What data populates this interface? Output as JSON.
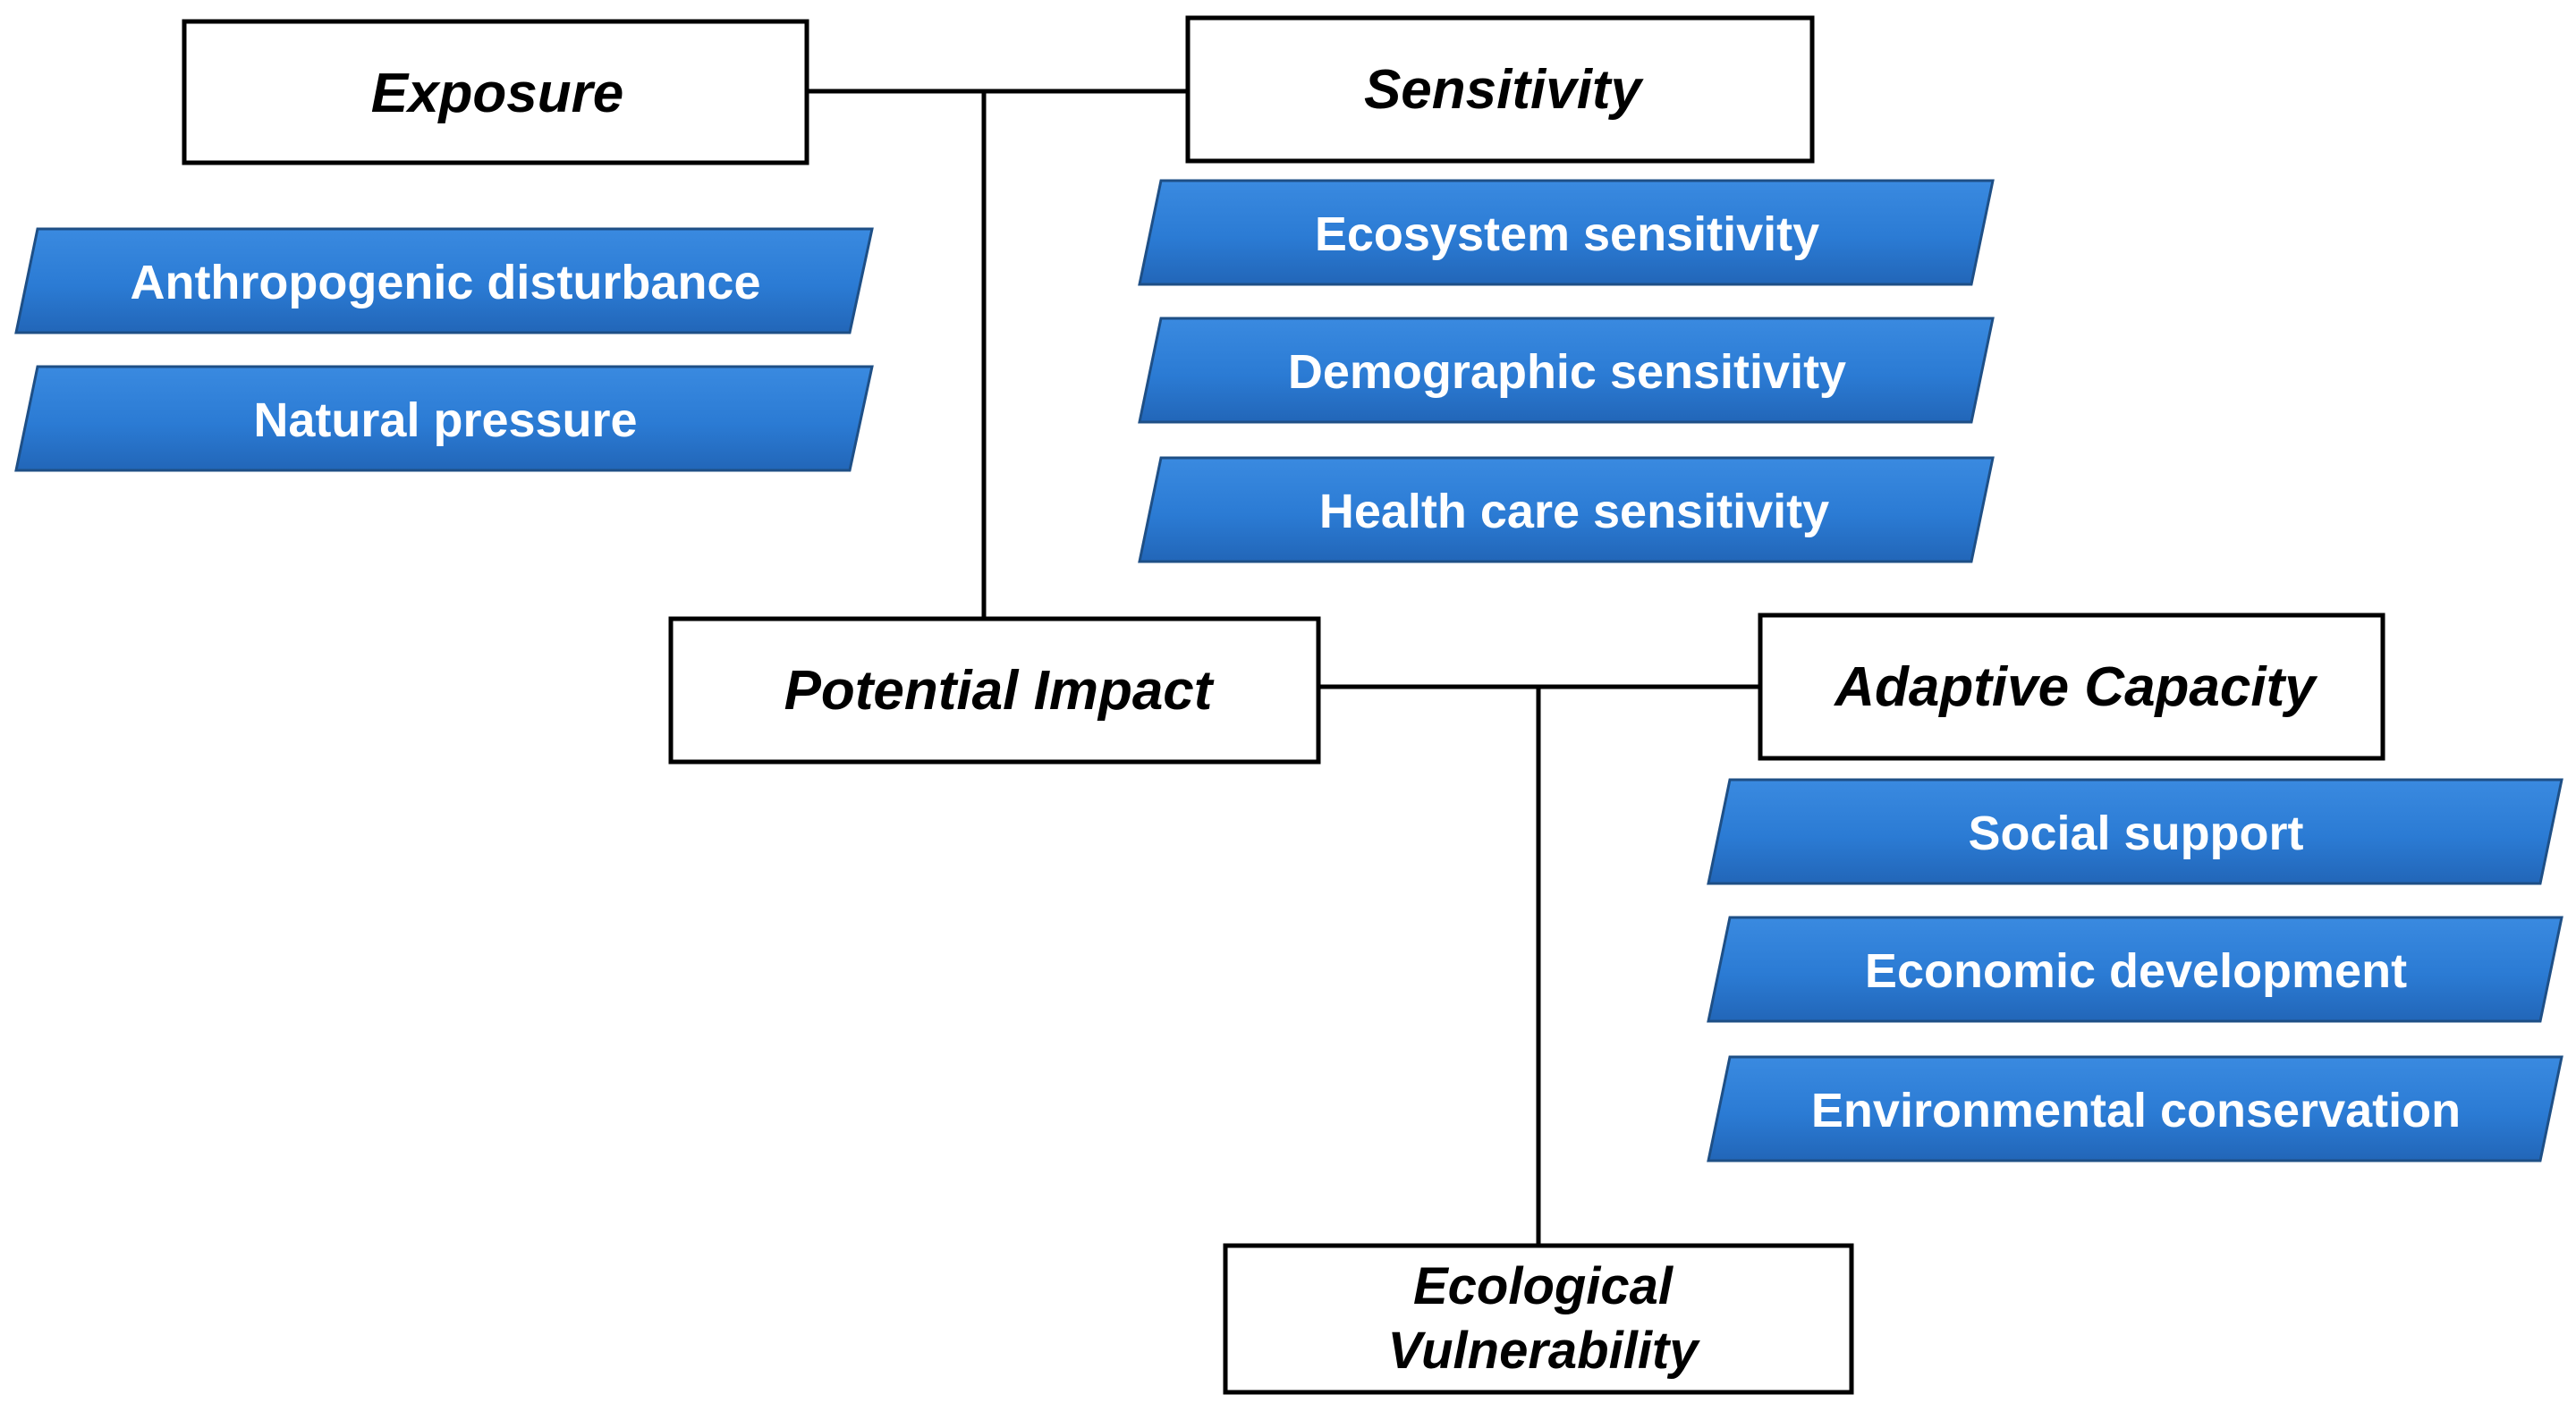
{
  "colors": {
    "bar_fill": "#2b7bd4",
    "bar_edge": "#1e4f86",
    "box_stroke": "#000000",
    "connector": "#000000"
  },
  "nodes": {
    "exposure": "Exposure",
    "sensitivity": "Sensitivity",
    "potential_impact": "Potential Impact",
    "adaptive_capacity": "Adaptive Capacity",
    "ecological_vulnerability": [
      "Ecological",
      "Vulnerability"
    ]
  },
  "indicators": {
    "exposure": [
      "Anthropogenic disturbance",
      "Natural pressure"
    ],
    "sensitivity": [
      "Ecosystem sensitivity",
      "Demographic sensitivity",
      "Health care sensitivity"
    ],
    "adaptive_capacity": [
      "Social support",
      "Economic development",
      "Environmental conservation"
    ]
  }
}
